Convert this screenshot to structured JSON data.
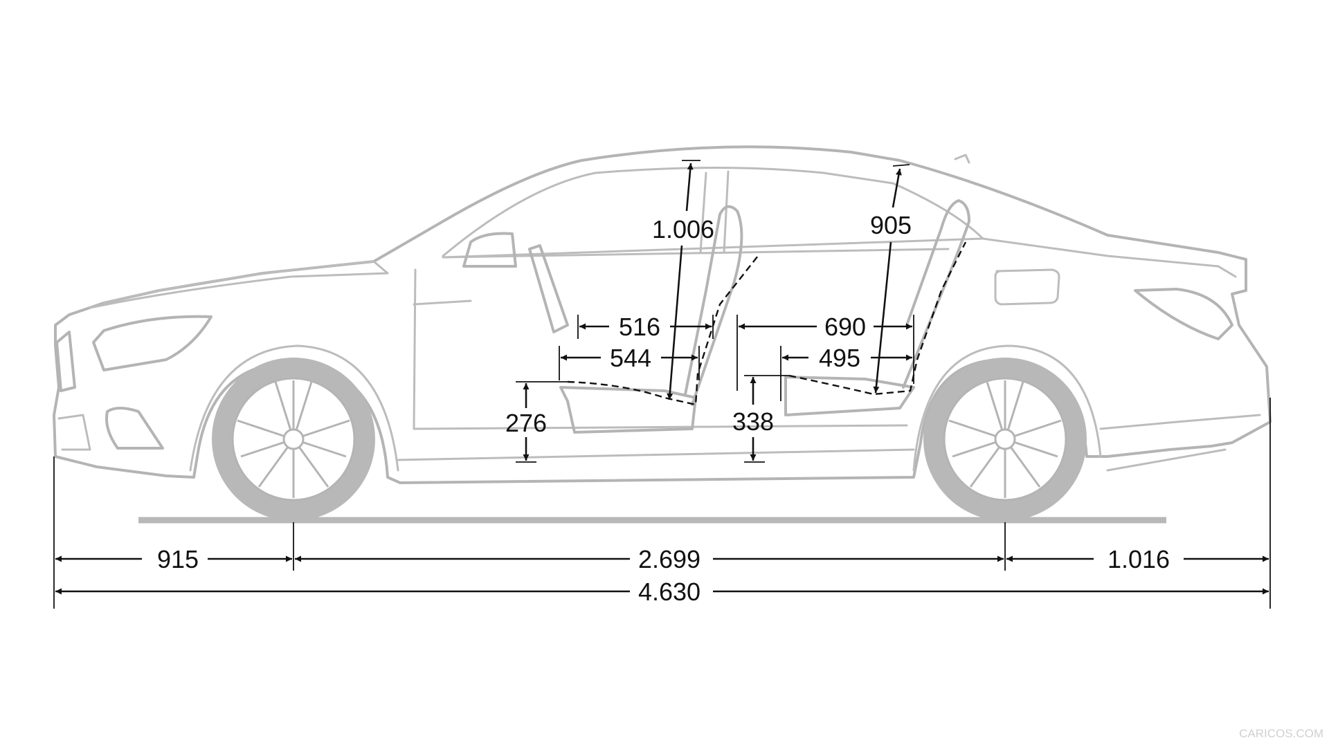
{
  "diagram": {
    "dimensions": {
      "front_overhang": "915",
      "wheelbase": "2.699",
      "rear_overhang": "1.016",
      "overall_length": "4.630",
      "front_headroom": "1.006",
      "rear_headroom": "905",
      "front_legroom_upper": "516",
      "front_legroom_lower": "544",
      "rear_legroom_upper": "690",
      "rear_legroom_lower": "495",
      "front_seat_height": "276",
      "rear_seat_height": "338"
    },
    "watermark": "CARICOS.COM",
    "colors": {
      "car_outline": "#b4b4b4",
      "dimension_lines": "#111111",
      "background": "#ffffff"
    }
  }
}
